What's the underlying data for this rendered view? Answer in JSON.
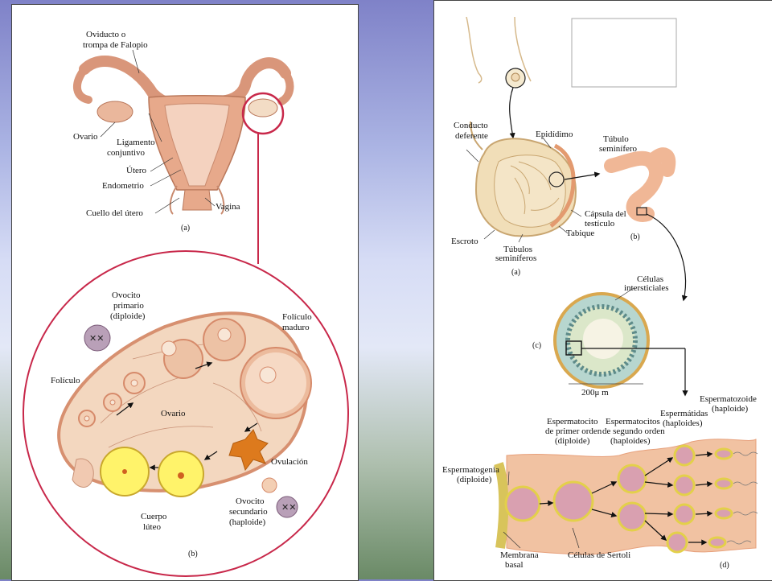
{
  "left_diagram": {
    "uterus": {
      "oviduct": [
        "Oviducto o",
        "trompa de Falopio"
      ],
      "ovary": "Ovario",
      "ligament": [
        "Ligamento",
        "conjuntivo"
      ],
      "uterus": "Útero",
      "endometrium": "Endometrio",
      "cervix": "Cuello del útero",
      "vagina": "Vagina",
      "panel": "(a)"
    },
    "ovary_cycle": {
      "primary_oocyte": [
        "Ovocito",
        "primario",
        "(diploide)"
      ],
      "mature_follicle": [
        "Folículo",
        "maduro"
      ],
      "follicle": "Folículo",
      "ovary": "Ovario",
      "ovulation": "Ovulación",
      "secondary_oocyte": [
        "Ovocito",
        "secundario",
        "(haploide)"
      ],
      "corpus_luteum": [
        "Cuerpo",
        "lúteo"
      ],
      "panel": "(b)"
    }
  },
  "right_diagram": {
    "testis": {
      "vas_deferens": [
        "Conducto",
        "deferente"
      ],
      "epididymis": "Epidídimo",
      "capsule": [
        "Cápsula del",
        "testículo"
      ],
      "septum": "Tabique",
      "scrotum": "Escroto",
      "seminiferous_tubules": [
        "Túbulos",
        "seminíferos"
      ],
      "panel": "(a)"
    },
    "tubule": {
      "label": [
        "Túbulo",
        "seminífero"
      ],
      "panel": "(b)"
    },
    "cross_section": {
      "interstitial": [
        "Células",
        "intersticiales"
      ],
      "scale": "200μ m",
      "panel": "(c)"
    },
    "spermatogenesis": {
      "spermatozoa": [
        "Espermatozoide",
        "(haploide)"
      ],
      "spermatids": [
        "Espermátidas",
        "(haploides)"
      ],
      "primary_spermatocyte": [
        "Espermatocito",
        "de primer orden",
        "(diploide)"
      ],
      "secondary_spermatocytes": [
        "Espermatocitos",
        "de segundo orden",
        "(haploides)"
      ],
      "spermatogonium": [
        "Espermatogenia",
        "(diploide)"
      ],
      "basal_membrane": [
        "Membrana",
        "basal"
      ],
      "sertoli": "Células de Sertoli",
      "panel": "(d)"
    }
  }
}
